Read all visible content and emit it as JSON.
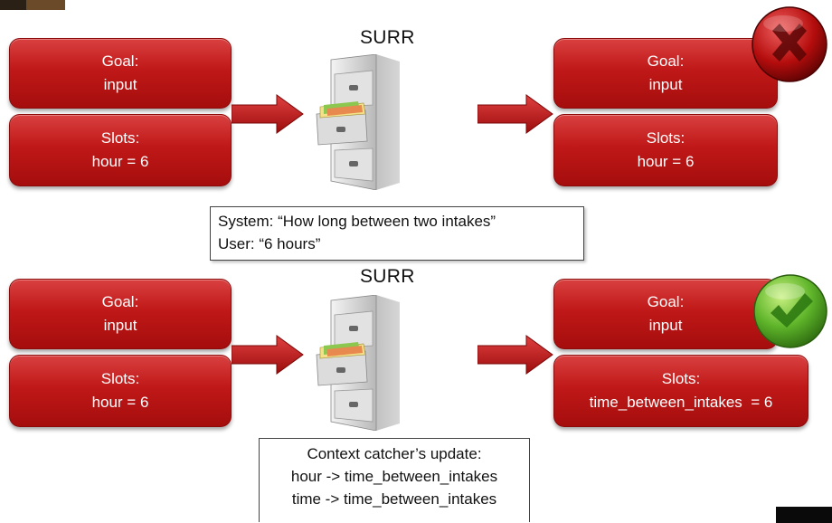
{
  "top_row": {
    "surr_label": "SURR",
    "left_goal": {
      "label": "Goal:",
      "value": "input"
    },
    "left_slots": {
      "label": "Slots:",
      "value": "hour = 6"
    },
    "right_goal": {
      "label": "Goal:",
      "value": "input"
    },
    "right_slots": {
      "label": "Slots:",
      "value": "hour = 6"
    },
    "status_icon": "red-x-icon",
    "note": {
      "line1": "System: “How long between two intakes”",
      "line2": "User: “6 hours”"
    }
  },
  "bottom_row": {
    "surr_label": "SURR",
    "left_goal": {
      "label": "Goal:",
      "value": "input"
    },
    "left_slots": {
      "label": "Slots:",
      "value": "hour = 6"
    },
    "right_goal": {
      "label": "Goal:",
      "value": "input"
    },
    "right_slots": {
      "label": "Slots:",
      "value": "time_between_intakes  = 6"
    },
    "status_icon": "green-check-icon",
    "note": {
      "line1": "Context catcher’s update:",
      "line2": "hour -> time_between_intakes",
      "line3": "time -> time_between_intakes"
    }
  },
  "colors": {
    "box_red": "#c01818",
    "arrow_red": "#c81a1a",
    "fail_red": "#b50d0d",
    "success_green": "#5fb52a"
  }
}
